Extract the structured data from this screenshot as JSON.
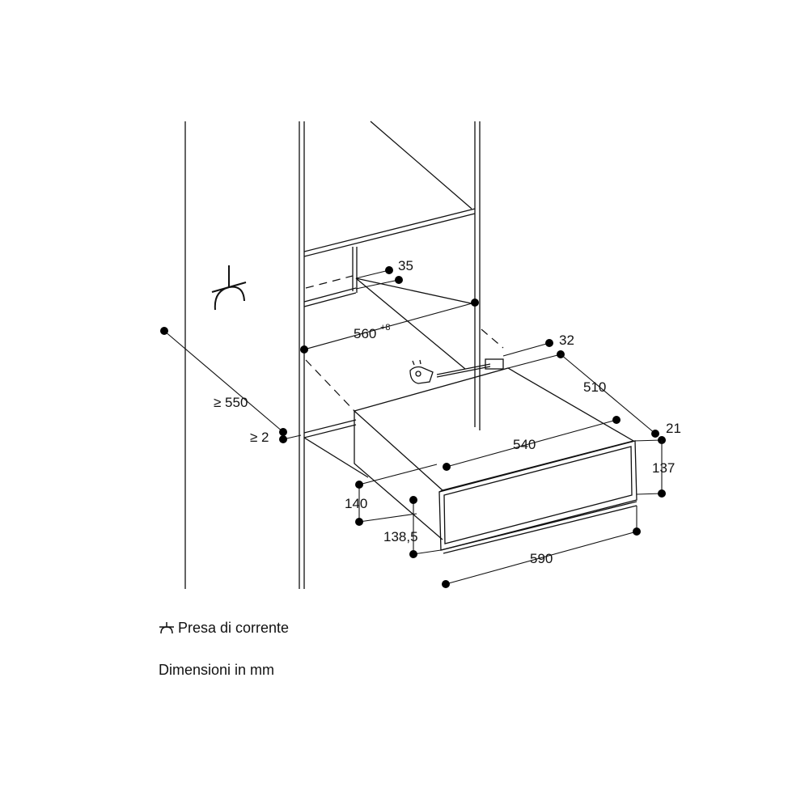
{
  "dimensions": {
    "d35": "35",
    "d560": "560",
    "d560_tol": "+8",
    "d32": "32",
    "d510": "510",
    "d550": "≥ 550",
    "d2": "≥ 2",
    "d540": "540",
    "d21": "21",
    "d137": "137",
    "d140": "140",
    "d138_5": "138,5",
    "d590": "590"
  },
  "legend": {
    "socket_label": "Presa di corrente",
    "units_label": "Dimensioni in mm"
  },
  "icons": {
    "socket": "power-socket-icon",
    "plug": "plug-icon"
  }
}
